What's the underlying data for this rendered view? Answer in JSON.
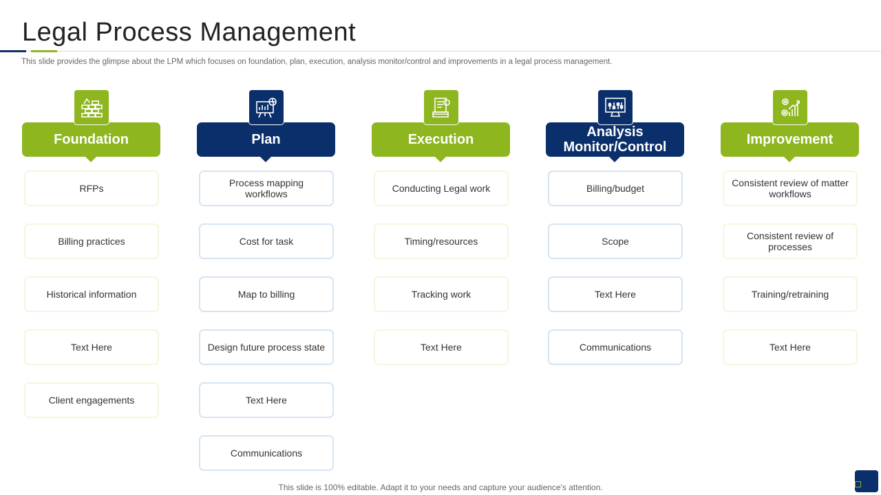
{
  "title": "Legal Process Management",
  "subtitle": "This slide provides the glimpse about the LPM which focuses on foundation, plan, execution, analysis monitor/control and improvements in a legal process management.",
  "footer": "This slide is 100% editable. Adapt it to your needs and capture your audience's attention.",
  "colors": {
    "green": "#8db61f",
    "blue": "#0b2f6b"
  },
  "columns": [
    {
      "header": "Foundation",
      "icon": "brick-wall-icon",
      "color": "green",
      "items": [
        "RFPs",
        "Billing practices",
        "Historical information",
        "Text Here",
        "Client engagements"
      ]
    },
    {
      "header": "Plan",
      "icon": "presentation-board-icon",
      "color": "blue",
      "items": [
        "Process mapping workflows",
        "Cost for task",
        "Map to billing",
        "Design future process state",
        "Text Here",
        "Communications"
      ]
    },
    {
      "header": "Execution",
      "icon": "document-gear-icon",
      "color": "green",
      "items": [
        "Conducting Legal work",
        "Timing/resources",
        "Tracking work",
        "Text Here"
      ]
    },
    {
      "header": "Analysis Monitor/Control",
      "icon": "monitor-controls-icon",
      "color": "blue",
      "items": [
        "Billing/budget",
        "Scope",
        "Text Here",
        "Communications"
      ]
    },
    {
      "header": "Improvement",
      "icon": "growth-chart-gear-icon",
      "color": "green",
      "items": [
        "Consistent review of matter workflows",
        "Consistent review of processes",
        "Training/retraining",
        "Text Here"
      ]
    }
  ]
}
